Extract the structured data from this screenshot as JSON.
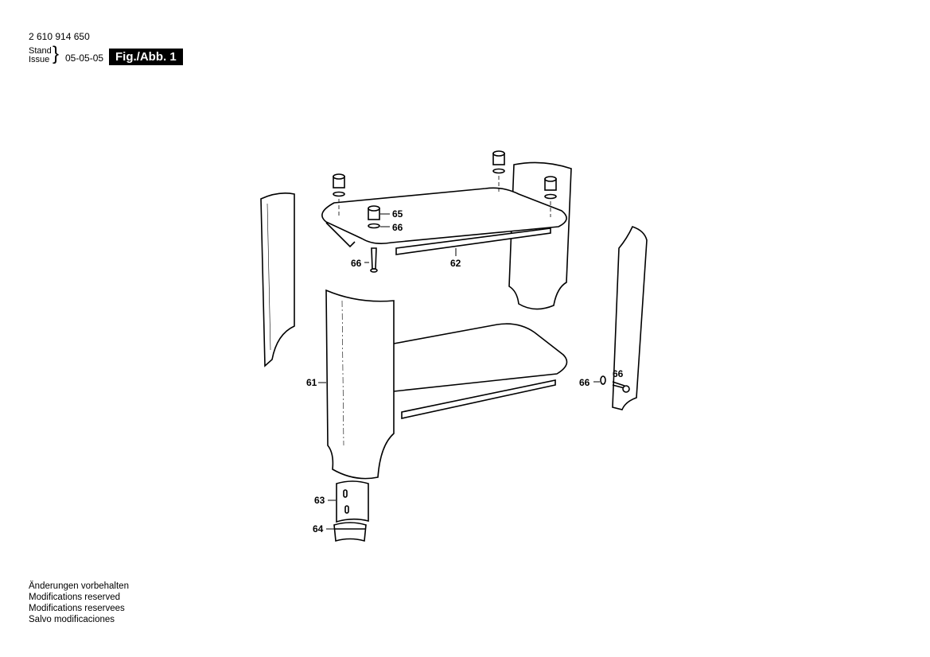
{
  "header": {
    "part_number": "2 610 914 650",
    "stand_label": "Stand",
    "issue_label": "Issue",
    "date": "05-05-05",
    "figure": "Fig./Abb. 1"
  },
  "diagram": {
    "callouts": [
      {
        "id": "65",
        "text": "65"
      },
      {
        "id": "66a",
        "text": "66"
      },
      {
        "id": "66b",
        "text": "66"
      },
      {
        "id": "62",
        "text": "62"
      },
      {
        "id": "61",
        "text": "61"
      },
      {
        "id": "66c",
        "text": "66"
      },
      {
        "id": "66d",
        "text": "66"
      },
      {
        "id": "63",
        "text": "63"
      },
      {
        "id": "64",
        "text": "64"
      }
    ]
  },
  "footer": {
    "notes": [
      "Änderungen vorbehalten",
      "Modifications reserved",
      "Modifications reservees",
      "Salvo modificaciones"
    ]
  }
}
